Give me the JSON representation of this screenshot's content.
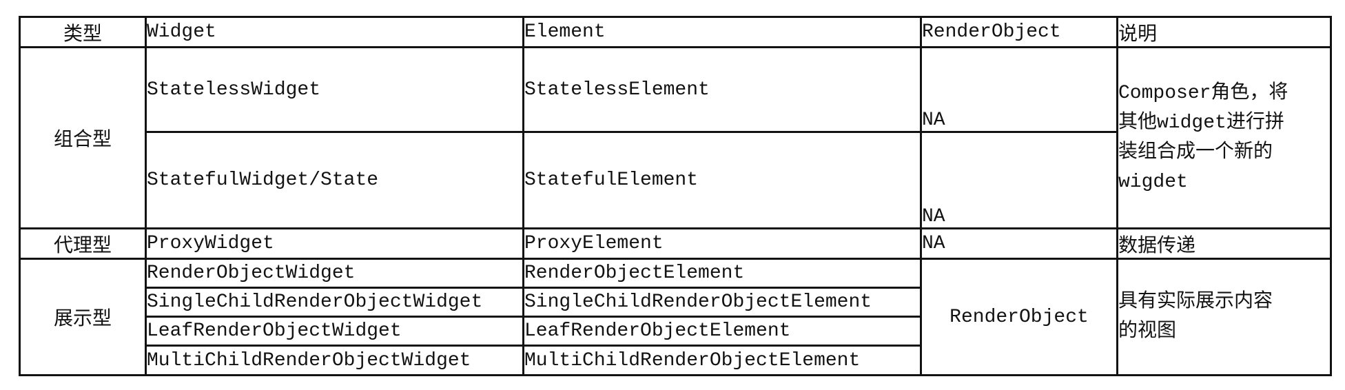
{
  "table": {
    "headers": [
      "类型",
      "Widget",
      "Element",
      "RenderObject",
      "说明"
    ],
    "groups": [
      {
        "type": "组合型",
        "rows": [
          {
            "widget": "StatelessWidget",
            "element": "StatelessElement",
            "render_object": "NA"
          },
          {
            "widget": "StatefulWidget/State",
            "element": "StatefulElement",
            "render_object": "NA"
          }
        ],
        "description": "Composer角色，将\n其他widget进行拼\n装组合成一个新的\nwigdet"
      },
      {
        "type": "代理型",
        "rows": [
          {
            "widget": "ProxyWidget",
            "element": "ProxyElement",
            "render_object": "NA"
          }
        ],
        "description": "数据传递"
      },
      {
        "type": "展示型",
        "rows": [
          {
            "widget": "RenderObjectWidget",
            "element": "RenderObjectElement"
          },
          {
            "widget": "SingleChildRenderObjectWidget",
            "element": "SingleChildRenderObjectElement"
          },
          {
            "widget": "LeafRenderObjectWidget",
            "element": "LeafRenderObjectElement"
          },
          {
            "widget": "MultiChildRenderObjectWidget",
            "element": "MultiChildRenderObjectElement"
          }
        ],
        "render_object": "RenderObject",
        "description": "具有实际展示内容\n的视图"
      }
    ]
  },
  "colors": {
    "background": "#ffffff",
    "text": "#121212",
    "border": "#121212"
  }
}
